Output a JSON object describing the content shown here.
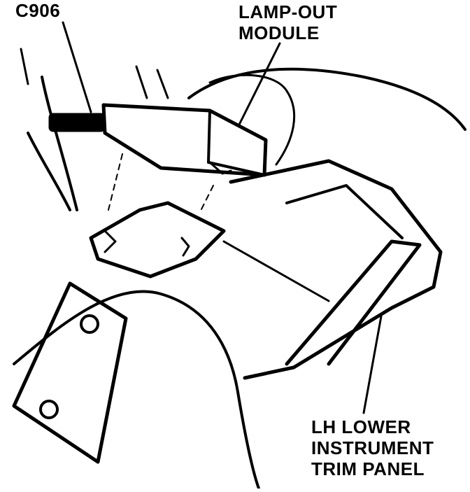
{
  "labels": {
    "connector": "C906",
    "module": [
      "LAMP-OUT",
      "MODULE"
    ],
    "panel": [
      "LH LOWER",
      "INSTRUMENT",
      "TRIM PANEL"
    ]
  },
  "colors": {
    "ink": "#000000",
    "paper": "#ffffff"
  }
}
